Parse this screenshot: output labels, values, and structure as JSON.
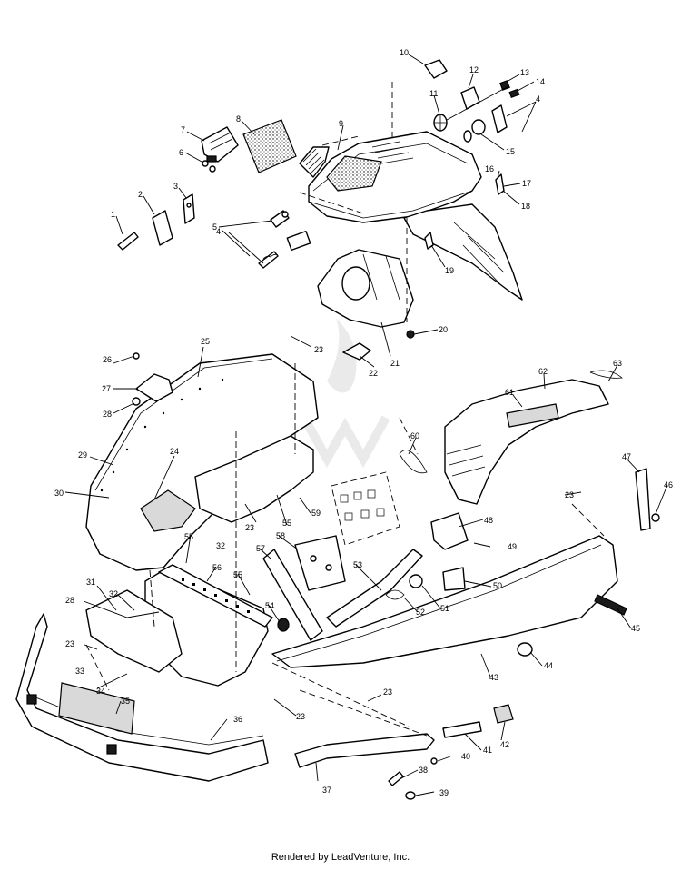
{
  "diagram": {
    "callouts": [
      "1",
      "2",
      "3",
      "4",
      "5",
      "6",
      "7",
      "8",
      "9",
      "10",
      "11",
      "12",
      "13",
      "14",
      "15",
      "16",
      "17",
      "18",
      "19",
      "20",
      "21",
      "22",
      "23",
      "24",
      "25",
      "26",
      "27",
      "28",
      "29",
      "30",
      "31",
      "32",
      "33",
      "34",
      "35",
      "36",
      "37",
      "38",
      "39",
      "40",
      "41",
      "42",
      "43",
      "44",
      "45",
      "46",
      "47",
      "48",
      "49",
      "50",
      "51",
      "52",
      "53",
      "54",
      "55",
      "56",
      "57",
      "58",
      "59",
      "60",
      "61",
      "62",
      "63"
    ]
  },
  "footer": {
    "text": "Rendered by LeadVenture, Inc."
  }
}
